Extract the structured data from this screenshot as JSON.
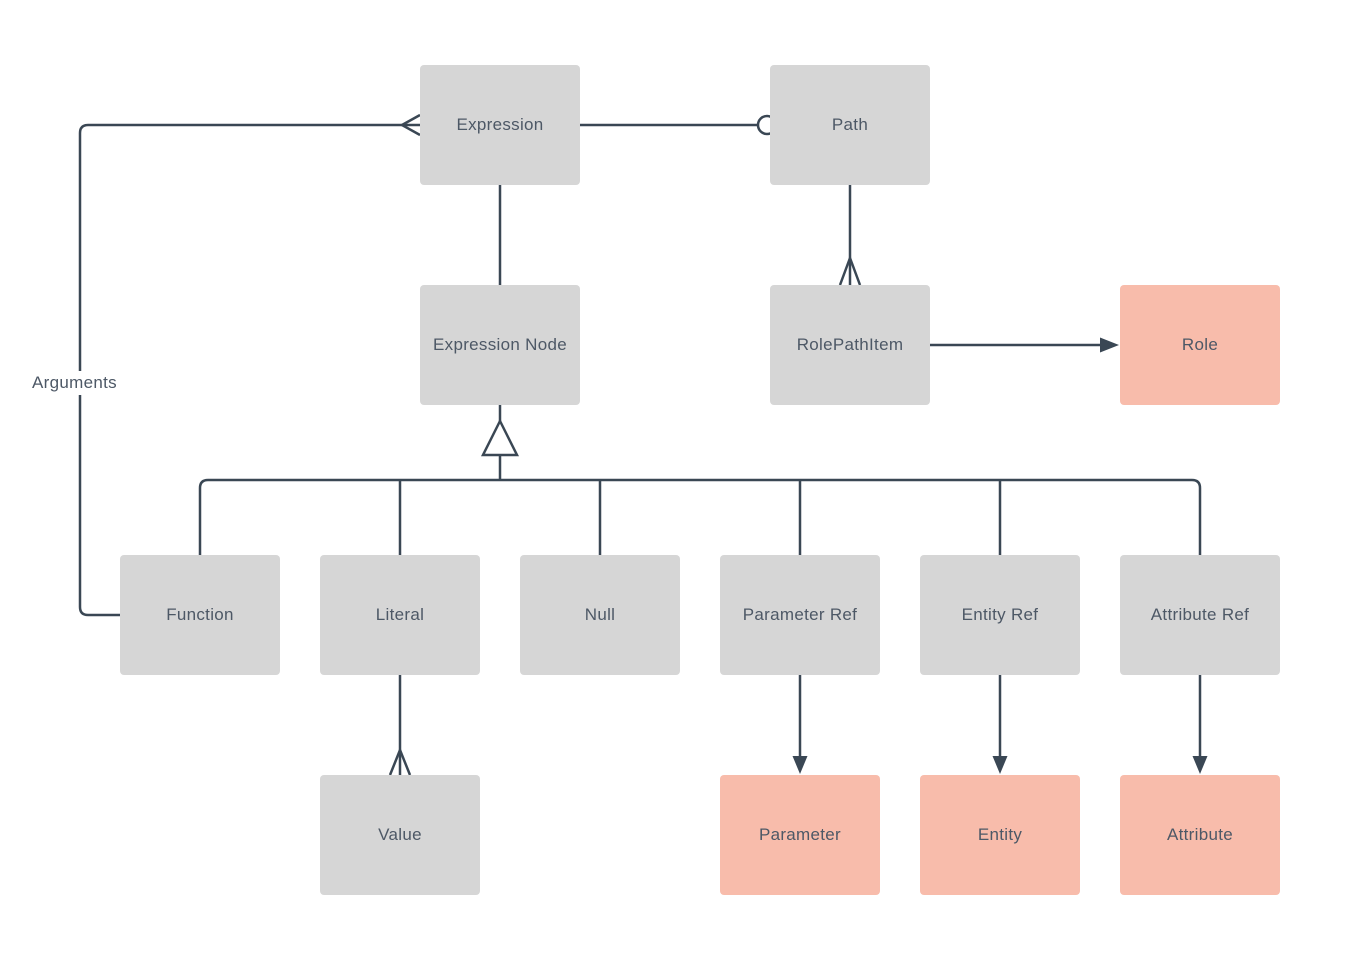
{
  "colors": {
    "node_gray": "#d6d6d6",
    "node_salmon": "#f8bcab",
    "line": "#3a4754",
    "text": "#4d5866",
    "background": "#ffffff"
  },
  "labels": {
    "arguments": "Arguments"
  },
  "nodes": {
    "expression": {
      "label": "Expression",
      "fill": "gray"
    },
    "path": {
      "label": "Path",
      "fill": "gray"
    },
    "expression_node": {
      "label": "Expression Node",
      "fill": "gray"
    },
    "role_path_item": {
      "label": "RolePathItem",
      "fill": "gray"
    },
    "role": {
      "label": "Role",
      "fill": "salmon"
    },
    "function": {
      "label": "Function",
      "fill": "gray"
    },
    "literal": {
      "label": "Literal",
      "fill": "gray"
    },
    "null": {
      "label": "Null",
      "fill": "gray"
    },
    "parameter_ref": {
      "label": "Parameter Ref",
      "fill": "gray"
    },
    "entity_ref": {
      "label": "Entity Ref",
      "fill": "gray"
    },
    "attribute_ref": {
      "label": "Attribute Ref",
      "fill": "gray"
    },
    "value": {
      "label": "Value",
      "fill": "gray"
    },
    "parameter": {
      "label": "Parameter",
      "fill": "salmon"
    },
    "entity": {
      "label": "Entity",
      "fill": "salmon"
    },
    "attribute": {
      "label": "Attribute",
      "fill": "salmon"
    }
  },
  "edges": [
    {
      "from": "Expression",
      "to": "Function",
      "label": "Arguments",
      "source_marker": "crow-foot-many",
      "target_marker": "none"
    },
    {
      "from": "Expression",
      "to": "Path",
      "source_marker": "none",
      "target_marker": "hollow-circle"
    },
    {
      "from": "Expression",
      "to": "Expression Node",
      "source_marker": "none",
      "target_marker": "none"
    },
    {
      "from": "Path",
      "to": "RolePathItem",
      "source_marker": "none",
      "target_marker": "crow-foot-many"
    },
    {
      "from": "RolePathItem",
      "to": "Role",
      "source_marker": "none",
      "target_marker": "filled-arrow"
    },
    {
      "from": "Expression Node",
      "to": "Function",
      "type": "generalization-hollow-triangle"
    },
    {
      "from": "Expression Node",
      "to": "Literal",
      "type": "generalization-hollow-triangle"
    },
    {
      "from": "Expression Node",
      "to": "Null",
      "type": "generalization-hollow-triangle"
    },
    {
      "from": "Expression Node",
      "to": "Parameter Ref",
      "type": "generalization-hollow-triangle"
    },
    {
      "from": "Expression Node",
      "to": "Entity Ref",
      "type": "generalization-hollow-triangle"
    },
    {
      "from": "Expression Node",
      "to": "Attribute Ref",
      "type": "generalization-hollow-triangle"
    },
    {
      "from": "Literal",
      "to": "Value",
      "source_marker": "none",
      "target_marker": "crow-foot-many"
    },
    {
      "from": "Parameter Ref",
      "to": "Parameter",
      "source_marker": "none",
      "target_marker": "filled-arrow"
    },
    {
      "from": "Entity Ref",
      "to": "Entity",
      "source_marker": "none",
      "target_marker": "filled-arrow"
    },
    {
      "from": "Attribute Ref",
      "to": "Attribute",
      "source_marker": "none",
      "target_marker": "filled-arrow"
    }
  ]
}
